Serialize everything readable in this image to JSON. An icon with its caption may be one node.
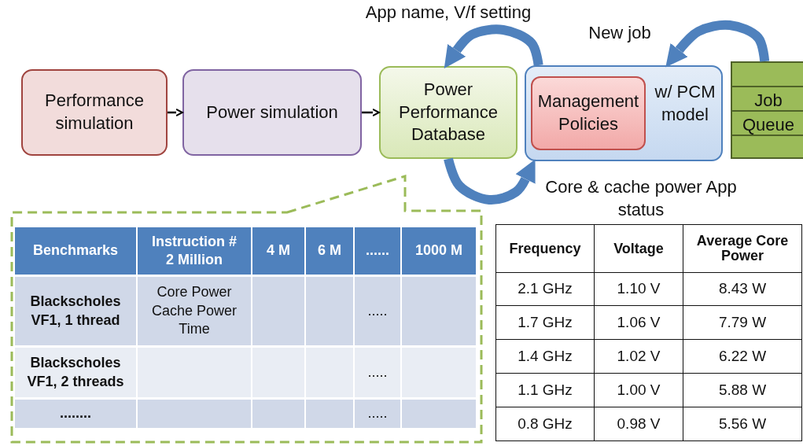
{
  "diagram": {
    "nodes": [
      {
        "text": [
          "Performance simulation"
        ]
      },
      {
        "text": [
          "Power simulation"
        ]
      },
      {
        "text": [
          "Power Performance Database"
        ]
      },
      {
        "text": [
          "w/ PCM model"
        ]
      },
      {
        "text": [
          "Management Policies"
        ],
        "in": 3
      },
      {
        "text": [
          "Job Queue"
        ]
      },
      {
        "text": [],
        "shape": "box"
      }
    ],
    "edges": [
      {
        "from": 0,
        "to": 1,
        "arrow": "to",
        "color": "#000000"
      },
      {
        "from": 1,
        "to": 2,
        "arrow": "to",
        "color": "#000000"
      },
      {
        "from": 3,
        "to": 2,
        "arrow": "to",
        "label": "App name, V/f setting"
      },
      {
        "from": 2,
        "to": 3,
        "arrow": "to",
        "label": "Core & cache power App status"
      },
      {
        "from": 5,
        "to": 3,
        "arrow": "to",
        "label": "New job"
      }
    ],
    "labels": [
      "Benchmarks",
      "Instruction # 2 Million",
      "4 M",
      "6 M",
      "......",
      "1000 M",
      "Blackscholes VF1, 1 thread",
      "Core Power Cache Power Time",
      ".....",
      "Blackscholes VF1, 2 threads",
      ".....",
      "........",
      ".....",
      "Frequency",
      "Voltage",
      "Average Core Power",
      "2.1 GHz",
      "1.10 V",
      "8.43 W",
      "1.7 GHz",
      "1.06 V",
      "7.79 W",
      "1.4 GHz",
      "1.02 V",
      "6.22 W",
      "1.1 GHz",
      "1.00 V",
      "5.88 W",
      "0.8 GHz",
      "0.98 V",
      "5.56 W"
    ]
  }
}
